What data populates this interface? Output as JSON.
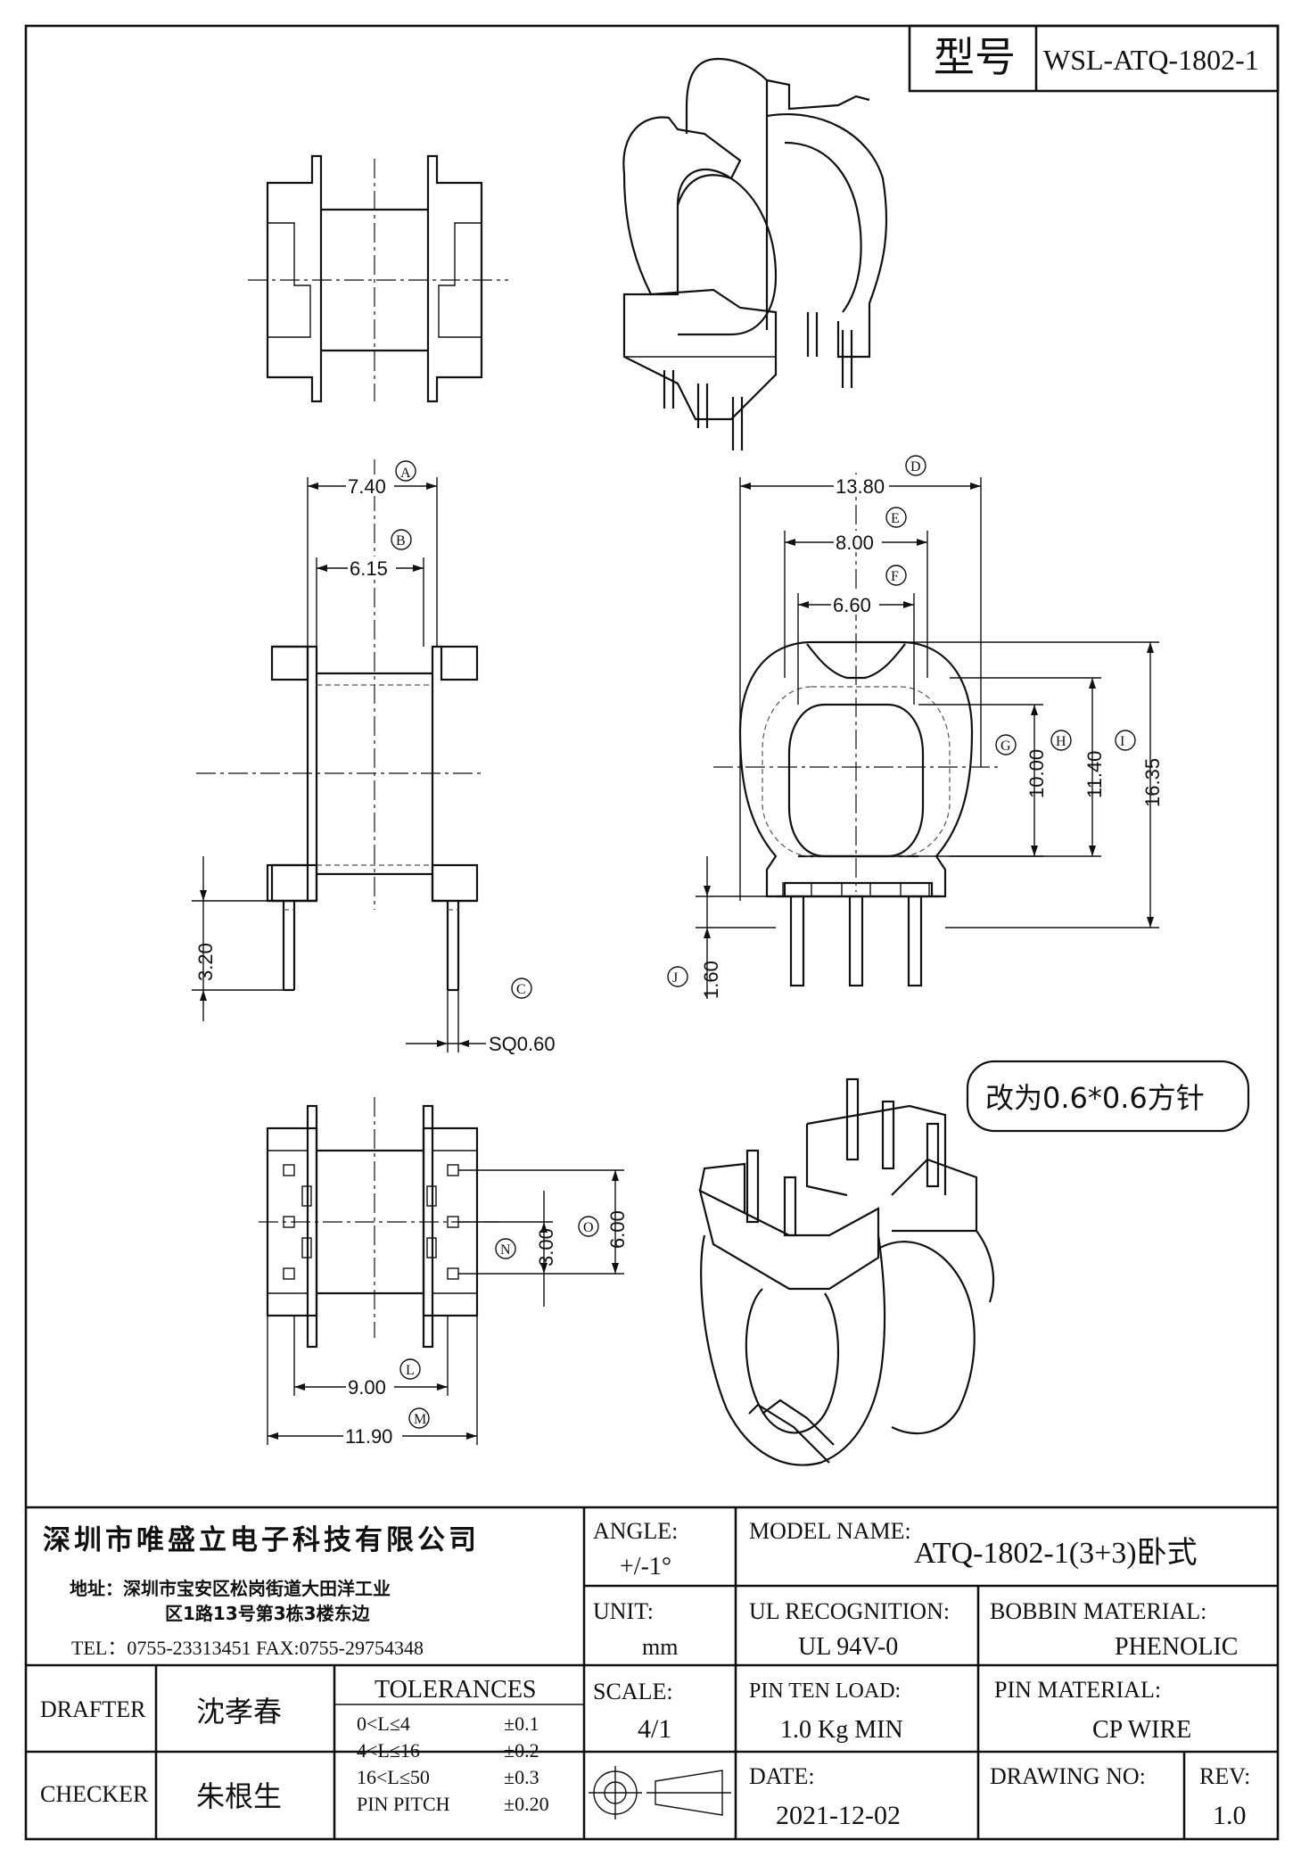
{
  "title_block": {
    "model_label": "型号",
    "model_code": "WSL-ATQ-1802-1",
    "company": "深圳市唯盛立电子科技有限公司",
    "address_line1": "地址：深圳市宝安区松岗街道大田洋工业",
    "address_line2": "区1路13号第3栋3楼东边",
    "tel_fax": "TEL：0755-23313451   FAX:0755-29754348",
    "angle_label": "ANGLE:",
    "angle_value": "+/-1°",
    "model_name_label": "MODEL NAME:",
    "model_name_value": "ATQ-1802-1(3+3)卧式",
    "unit_label": "UNIT:",
    "unit_value": "mm",
    "ul_label": "UL RECOGNITION:",
    "ul_value": "UL 94V-0",
    "bobbin_label": "BOBBIN MATERIAL:",
    "bobbin_value": "PHENOLIC",
    "drafter_label": "DRAFTER",
    "drafter_value": "沈孝春",
    "checker_label": "CHECKER",
    "checker_value": "朱根生",
    "tolerances_label": "TOLERANCES",
    "tolerance_rows": [
      {
        "range": "0<L≤4",
        "tol": "±0.1"
      },
      {
        "range": "4<L≤16",
        "tol": "±0.2"
      },
      {
        "range": "16<L≤50",
        "tol": "±0.3"
      },
      {
        "range": "PIN PITCH",
        "tol": "±0.20"
      }
    ],
    "scale_label": "SCALE:",
    "scale_value": "4/1",
    "pin_load_label": "PIN TEN LOAD:",
    "pin_load_value": "1.0 Kg MIN",
    "pin_material_label": "PIN MATERIAL:",
    "pin_material_value": "CP WIRE",
    "date_label": "DATE:",
    "date_value": "2021-12-02",
    "drawing_no_label": "DRAWING NO:",
    "rev_label": "REV:",
    "rev_value": "1.0"
  },
  "note": "改为0.6*0.6方针",
  "dimensions": {
    "A": {
      "tag": "A",
      "value": "7.40"
    },
    "B": {
      "tag": "B",
      "value": "6.15"
    },
    "C": {
      "tag": "C",
      "value": "SQ0.60"
    },
    "D": {
      "tag": "D",
      "value": "13.80"
    },
    "E": {
      "tag": "E",
      "value": "8.00"
    },
    "F": {
      "tag": "F",
      "value": "6.60"
    },
    "G": {
      "tag": "G",
      "value": "10.00"
    },
    "H": {
      "tag": "H",
      "value": "11.40"
    },
    "I": {
      "tag": "I",
      "value": "16.35"
    },
    "J": {
      "tag": "J",
      "value": "1.60"
    },
    "K": {
      "value": "3.20"
    },
    "L": {
      "tag": "L",
      "value": "9.00"
    },
    "M": {
      "tag": "M",
      "value": "11.90"
    },
    "N": {
      "tag": "N",
      "value": "3.00"
    },
    "O": {
      "tag": "O",
      "value": "6.00"
    }
  }
}
